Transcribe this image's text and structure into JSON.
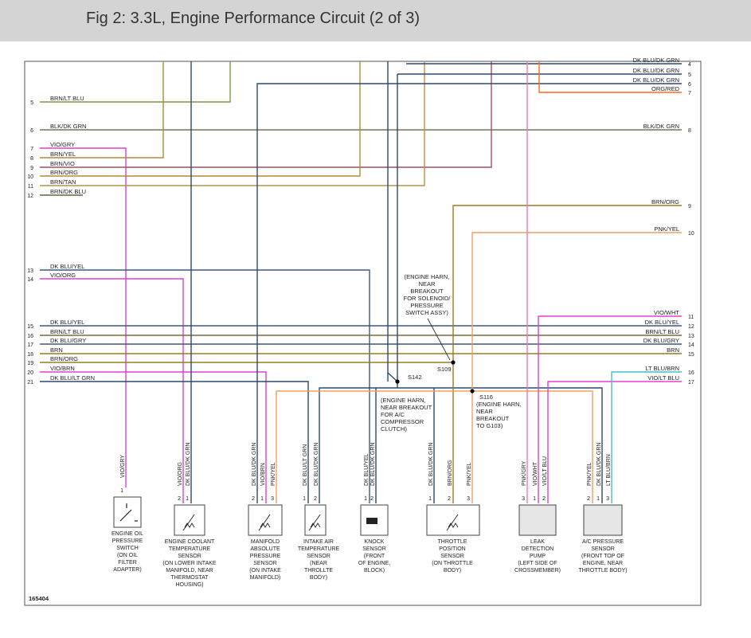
{
  "header": {
    "title": "Fig 2: 3.3L, Engine Performance Circuit (2 of 3)"
  },
  "figure_id": "165404",
  "colors": {
    "header_bg": "#d4d4d4",
    "frame": "#555555"
  },
  "left_wires": [
    {
      "pin": "5",
      "label": "BRN/LT BLU"
    },
    {
      "pin": "6",
      "label": "BLK/DK GRN"
    },
    {
      "pin": "7",
      "label": "VIO/GRY"
    },
    {
      "pin": "8",
      "label": "BRN/YEL"
    },
    {
      "pin": "9",
      "label": "BRN/VIO"
    },
    {
      "pin": "10",
      "label": "BRN/ORG"
    },
    {
      "pin": "11",
      "label": "BRN/TAN"
    },
    {
      "pin": "12",
      "label": "BRN/DK BLU"
    },
    {
      "pin": "13",
      "label": "DK BLU/YEL"
    },
    {
      "pin": "14",
      "label": "VIO/ORG"
    },
    {
      "pin": "15",
      "label": "DK BLU/YEL"
    },
    {
      "pin": "16",
      "label": "BRN/LT BLU"
    },
    {
      "pin": "17",
      "label": "DK BLU/GRY"
    },
    {
      "pin": "18",
      "label": "BRN"
    },
    {
      "pin": "19",
      "label": "BRN/ORG"
    },
    {
      "pin": "20",
      "label": "VIO/BRN"
    },
    {
      "pin": "21",
      "label": "DK BLU/LT GRN"
    }
  ],
  "right_wires": [
    {
      "pin": "4",
      "label": "DK BLU/DK GRN"
    },
    {
      "pin": "5",
      "label": "DK BLU/DK GRN"
    },
    {
      "pin": "6",
      "label": "DK BLU/DK GRN"
    },
    {
      "pin": "7",
      "label": "ORG/RED"
    },
    {
      "pin": "8",
      "label": "BLK/DK GRN"
    },
    {
      "pin": "9",
      "label": "BRN/ORG"
    },
    {
      "pin": "10",
      "label": "PNK/YEL"
    },
    {
      "pin": "11",
      "label": "VIO/WHT"
    },
    {
      "pin": "12",
      "label": "DK BLU/YEL"
    },
    {
      "pin": "13",
      "label": "BRN/LT BLU"
    },
    {
      "pin": "14",
      "label": "DK BLU/GRY"
    },
    {
      "pin": "15",
      "label": "BRN"
    },
    {
      "pin": "16",
      "label": "LT BLU/BRN"
    },
    {
      "pin": "17",
      "label": "VIO/LT BLU"
    }
  ],
  "splices": {
    "s109": "S109",
    "s142": "S142",
    "s116": "S116",
    "s109_note": [
      "(ENGINE HARN,",
      "NEAR",
      "BREAKOUT",
      "FOR SOLENOID/",
      "PRESSURE",
      "SWITCH ASSY)"
    ],
    "s142_note": [
      "(ENGINE HARN,",
      "NEAR BREAKOUT",
      "FOR A/C",
      "COMPRESSOR",
      "CLUTCH)"
    ],
    "s116_note": [
      "(ENGINE HARN,",
      "NEAR",
      "BREAKOUT",
      "TO G103)"
    ]
  },
  "components": [
    {
      "wires": [
        "VIO/GRY"
      ],
      "pins": [
        "1"
      ],
      "name": [
        "ENGINE OIL",
        "PRESSURE",
        "SWITCH",
        "(ON OIL",
        "FILTER",
        "ADAPTER)"
      ]
    },
    {
      "wires": [
        "VIO/ORG",
        "DK BLU/DK GRN"
      ],
      "pins": [
        "2",
        "1"
      ],
      "name": [
        "ENGINE COOLANT",
        "TEMPERATURE",
        "SENSOR",
        "(ON LOWER INTAKE",
        "MANIFOLD, NEAR",
        "THERMOSTAT",
        "HOUSING)"
      ]
    },
    {
      "wires": [
        "DK BLU/DK GRN",
        "VIO/BRN",
        "PNK/YEL"
      ],
      "pins": [
        "2",
        "1",
        "3"
      ],
      "name": [
        "MANIFOLD",
        "ABSOLUTE",
        "PRESSURE",
        "SENSOR",
        "(ON INTAKE",
        "MANIFOLD)"
      ]
    },
    {
      "wires": [
        "DK BLU/LT GRN",
        "DK BLU/DK GRN"
      ],
      "pins": [
        "1",
        "2"
      ],
      "name": [
        "INTAKE AIR",
        "TEMPERATURE",
        "SENSOR",
        "(NEAR",
        "THROLLTE",
        "BODY)"
      ]
    },
    {
      "wires": [
        "DK BLU/YEL",
        "DK BLU/DK GRN"
      ],
      "pins": [
        "1",
        "2"
      ],
      "name": [
        "KNOCK",
        "SENSOR",
        "(FRONT",
        "OF ENGINE,",
        "BLOCK)"
      ]
    },
    {
      "wires": [
        "DK BLU/DK GRN",
        "BRN/ORG",
        "PNK/YEL"
      ],
      "pins": [
        "1",
        "2",
        "3"
      ],
      "name": [
        "THROTTLE",
        "POSITION",
        "SENSOR",
        "(ON THROTTLE",
        "BODY)"
      ]
    },
    {
      "wires": [
        "PNK/GRY",
        "VIO/WHT",
        "VIO/LT BLU"
      ],
      "pins": [
        "3",
        "1",
        "2"
      ],
      "name": [
        "LEAK",
        "DETECTION",
        "PUMP",
        "(LEFT SIDE OF",
        "CROSSMEMBER)"
      ]
    },
    {
      "wires": [
        "PNK/YEL",
        "DK BLU/DK GRN",
        "LT BLU/BRN"
      ],
      "pins": [
        "2",
        "1",
        "3"
      ],
      "name": [
        "A/C PRESSURE",
        "SENSOR",
        "(FRONT TOP OF",
        "ENGINE, NEAR",
        "THROTTLE BODY)"
      ]
    }
  ]
}
